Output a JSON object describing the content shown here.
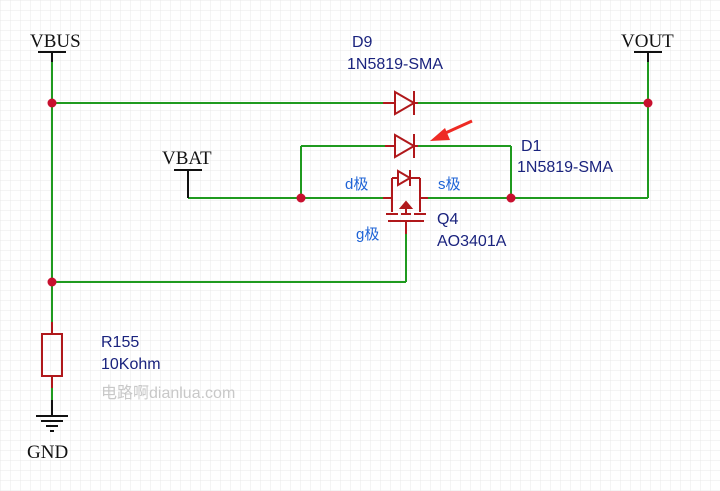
{
  "colors": {
    "wire": "#1f9a1f",
    "component": "#b0181b",
    "junction": "#c8102e",
    "label_dark": "#1a237e",
    "label_blue": "#1e63d6",
    "power_label": "#111111",
    "watermark": "#c8c8c8",
    "grid": "#e7e7e7",
    "arrow": "#ee2a24"
  },
  "nets": {
    "vbus": "VBUS",
    "vout": "VOUT",
    "vbat": "VBAT",
    "gnd": "GND"
  },
  "components": {
    "d9": {
      "designator": "D9",
      "value": "1N5819-SMA",
      "icon": "diode-icon"
    },
    "d1": {
      "designator": "D1",
      "value": "1N5819-SMA",
      "icon": "diode-icon"
    },
    "q4": {
      "designator": "Q4",
      "value": "AO3401A",
      "icon": "pmos-icon"
    },
    "r155": {
      "designator": "R155",
      "value": "10Kohm",
      "icon": "resistor-icon"
    }
  },
  "pins": {
    "drain": "d极",
    "source": "s极",
    "gate": "g极"
  },
  "annotation": {
    "icon": "red-arrow-icon"
  },
  "watermark": "电路啊dianlua.com"
}
